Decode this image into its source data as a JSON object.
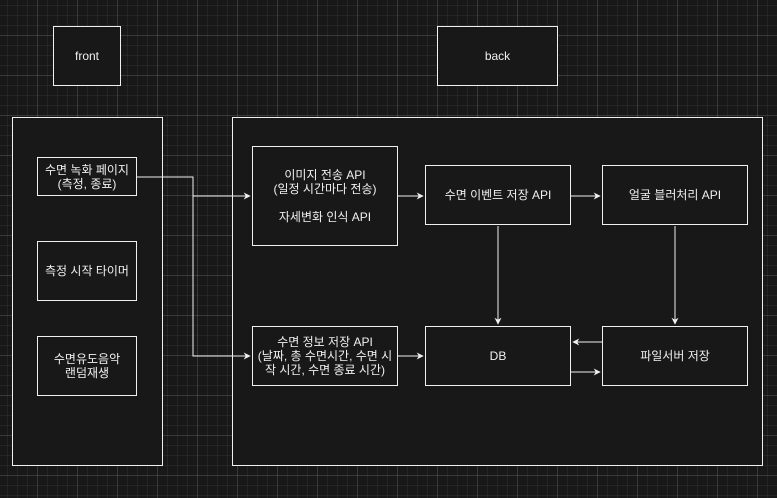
{
  "labels": {
    "front": "front",
    "back": "back"
  },
  "nodes": {
    "sleep_record_page": "수면 녹화 페이지\n(측정, 종료)",
    "measure_timer": "측정 시작 타이머",
    "sleep_music": "수면유도음악\n랜덤재생",
    "image_api": "이미지 전송 API\n(일정 시간마다 전송)\n\n자세변화 인식 API",
    "sleep_event_api": "수면 이벤트 저장 API",
    "face_blur_api": "얼굴 블러처리 API",
    "sleep_info_api": "수면 정보 저장 API\n(날짜, 총 수면시간, 수면 시작 시간, 수면 종료 시간)",
    "db": "DB",
    "file_server": "파일서버 저장"
  },
  "colors": {
    "background": "#181818",
    "stroke": "#f0f0f0",
    "text": "#f0f0f0"
  }
}
